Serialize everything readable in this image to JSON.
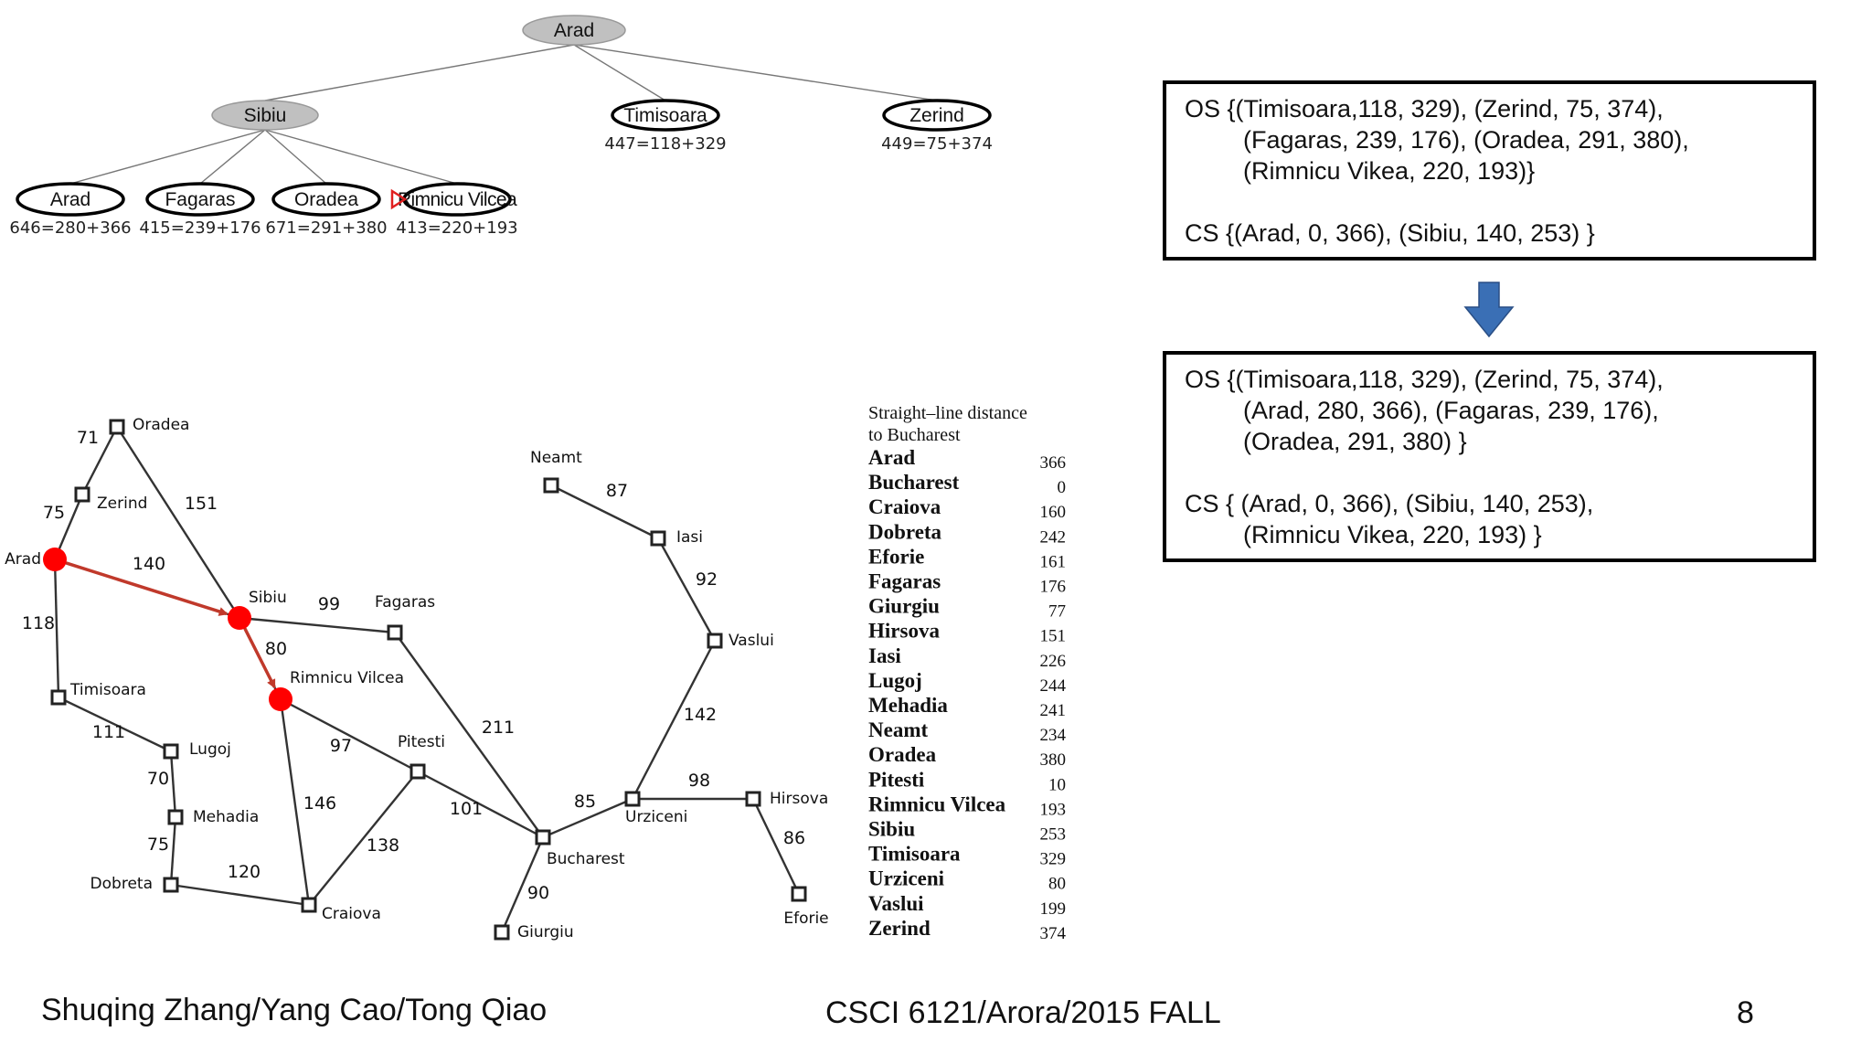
{
  "search_tree": {
    "root": {
      "label": "Arad",
      "expanded": true
    },
    "level1": [
      {
        "label": "Sibiu",
        "expanded": true,
        "f": ""
      },
      {
        "label": "Timisoara",
        "expanded": false,
        "f": "447=118+329"
      },
      {
        "label": "Zerind",
        "expanded": false,
        "f": "449=75+374"
      }
    ],
    "level2": [
      {
        "label": "Arad",
        "f": "646=280+366"
      },
      {
        "label": "Fagaras",
        "f": "415=239+176"
      },
      {
        "label": "Oradea",
        "f": "671=291+380"
      },
      {
        "label": "Rimnicu Vilcea",
        "f": "413=220+193",
        "selected": true
      }
    ],
    "colors": {
      "expanded_fill": "#c0c0c0",
      "selector": "#e02020"
    }
  },
  "romania_map": {
    "cities": [
      {
        "name": "Oradea"
      },
      {
        "name": "Zerind"
      },
      {
        "name": "Arad"
      },
      {
        "name": "Timisoara"
      },
      {
        "name": "Lugoj"
      },
      {
        "name": "Mehadia"
      },
      {
        "name": "Dobreta"
      },
      {
        "name": "Sibiu"
      },
      {
        "name": "Rimnicu Vilcea"
      },
      {
        "name": "Craiova"
      },
      {
        "name": "Fagaras"
      },
      {
        "name": "Pitesti"
      },
      {
        "name": "Bucharest"
      },
      {
        "name": "Giurgiu"
      },
      {
        "name": "Neamt"
      },
      {
        "name": "Iasi"
      },
      {
        "name": "Vaslui"
      },
      {
        "name": "Urziceni"
      },
      {
        "name": "Hirsova"
      },
      {
        "name": "Eforie"
      }
    ],
    "roads": [
      {
        "a": "Oradea",
        "b": "Zerind",
        "d": "71"
      },
      {
        "a": "Zerind",
        "b": "Arad",
        "d": "75"
      },
      {
        "a": "Oradea",
        "b": "Sibiu",
        "d": "151"
      },
      {
        "a": "Arad",
        "b": "Sibiu",
        "d": "140"
      },
      {
        "a": "Arad",
        "b": "Timisoara",
        "d": "118"
      },
      {
        "a": "Timisoara",
        "b": "Lugoj",
        "d": "111"
      },
      {
        "a": "Lugoj",
        "b": "Mehadia",
        "d": "70"
      },
      {
        "a": "Mehadia",
        "b": "Dobreta",
        "d": "75"
      },
      {
        "a": "Dobreta",
        "b": "Craiova",
        "d": "120"
      },
      {
        "a": "Sibiu",
        "b": "Fagaras",
        "d": "99"
      },
      {
        "a": "Sibiu",
        "b": "Rimnicu Vilcea",
        "d": "80"
      },
      {
        "a": "Rimnicu Vilcea",
        "b": "Pitesti",
        "d": "97"
      },
      {
        "a": "Rimnicu Vilcea",
        "b": "Craiova",
        "d": "146"
      },
      {
        "a": "Craiova",
        "b": "Pitesti",
        "d": "138"
      },
      {
        "a": "Fagaras",
        "b": "Bucharest",
        "d": "211"
      },
      {
        "a": "Pitesti",
        "b": "Bucharest",
        "d": "101"
      },
      {
        "a": "Bucharest",
        "b": "Giurgiu",
        "d": "90"
      },
      {
        "a": "Bucharest",
        "b": "Urziceni",
        "d": "85"
      },
      {
        "a": "Urziceni",
        "b": "Hirsova",
        "d": "98"
      },
      {
        "a": "Hirsova",
        "b": "Eforie",
        "d": "86"
      },
      {
        "a": "Urziceni",
        "b": "Vaslui",
        "d": "142"
      },
      {
        "a": "Vaslui",
        "b": "Iasi",
        "d": "92"
      },
      {
        "a": "Iasi",
        "b": "Neamt",
        "d": "87"
      }
    ],
    "path": [
      "Arad",
      "Sibiu",
      "Rimnicu Vilcea"
    ],
    "colors": {
      "path_node": "#ff0000",
      "path_arrow": "#c0392b"
    }
  },
  "sld_table": {
    "heading": [
      "Straight–line distance",
      "to Bucharest"
    ],
    "rows": [
      {
        "city": "Arad",
        "value": "366"
      },
      {
        "city": "Bucharest",
        "value": "0"
      },
      {
        "city": "Craiova",
        "value": "160"
      },
      {
        "city": "Dobreta",
        "value": "242"
      },
      {
        "city": "Eforie",
        "value": "161"
      },
      {
        "city": "Fagaras",
        "value": "176"
      },
      {
        "city": "Giurgiu",
        "value": "77"
      },
      {
        "city": "Hirsova",
        "value": "151"
      },
      {
        "city": "Iasi",
        "value": "226"
      },
      {
        "city": "Lugoj",
        "value": "244"
      },
      {
        "city": "Mehadia",
        "value": "241"
      },
      {
        "city": "Neamt",
        "value": "234"
      },
      {
        "city": "Oradea",
        "value": "380"
      },
      {
        "city": "Pitesti",
        "value": "10"
      },
      {
        "city": "Rimnicu Vilcea",
        "value": "193"
      },
      {
        "city": "Sibiu",
        "value": "253"
      },
      {
        "city": "Timisoara",
        "value": "329"
      },
      {
        "city": "Urziceni",
        "value": "80"
      },
      {
        "city": "Vaslui",
        "value": "199"
      },
      {
        "city": "Zerind",
        "value": "374"
      }
    ]
  },
  "box_before": {
    "os_lines": [
      "OS {(Timisoara,118, 329), (Zerind, 75, 374),",
      "(Fagaras, 239, 176), (Oradea, 291, 380),",
      "(Rimnicu Vikea, 220, 193)}"
    ],
    "cs_lines": [
      "CS {(Arad, 0, 366), (Sibiu, 140, 253) }"
    ]
  },
  "box_after": {
    "os_lines": [
      "OS {(Timisoara,118, 329), (Zerind, 75, 374),",
      "(Arad, 280, 366), (Fagaras, 239, 176),",
      "(Oradea, 291, 380) }"
    ],
    "cs_lines": [
      "CS { (Arad, 0, 366), (Sibiu, 140, 253),",
      "(Rimnicu Vikea, 220, 193) }"
    ]
  },
  "transition_arrow": {
    "color": "#3a6fb5"
  },
  "footer": {
    "authors": "Shuqing Zhang/Yang Cao/Tong Qiao",
    "course": "CSCI 6121/Arora/2015 FALL",
    "page": "8"
  }
}
